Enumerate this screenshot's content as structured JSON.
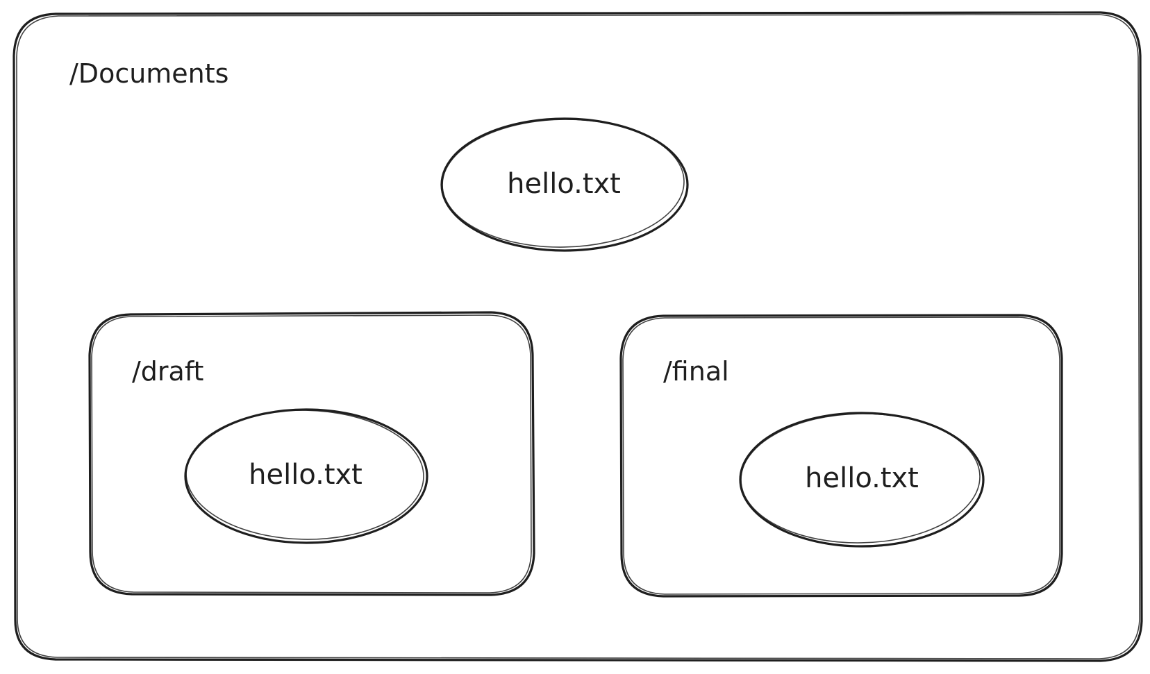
{
  "diagram": {
    "root_folder": {
      "label": "/Documents",
      "file": "hello.txt"
    },
    "sub_folders": [
      {
        "label": "/draft",
        "file": "hello.txt"
      },
      {
        "label": "/final",
        "file": "hello.txt"
      }
    ]
  },
  "colors": {
    "stroke": "#1e1e1e",
    "background": "#ffffff"
  }
}
